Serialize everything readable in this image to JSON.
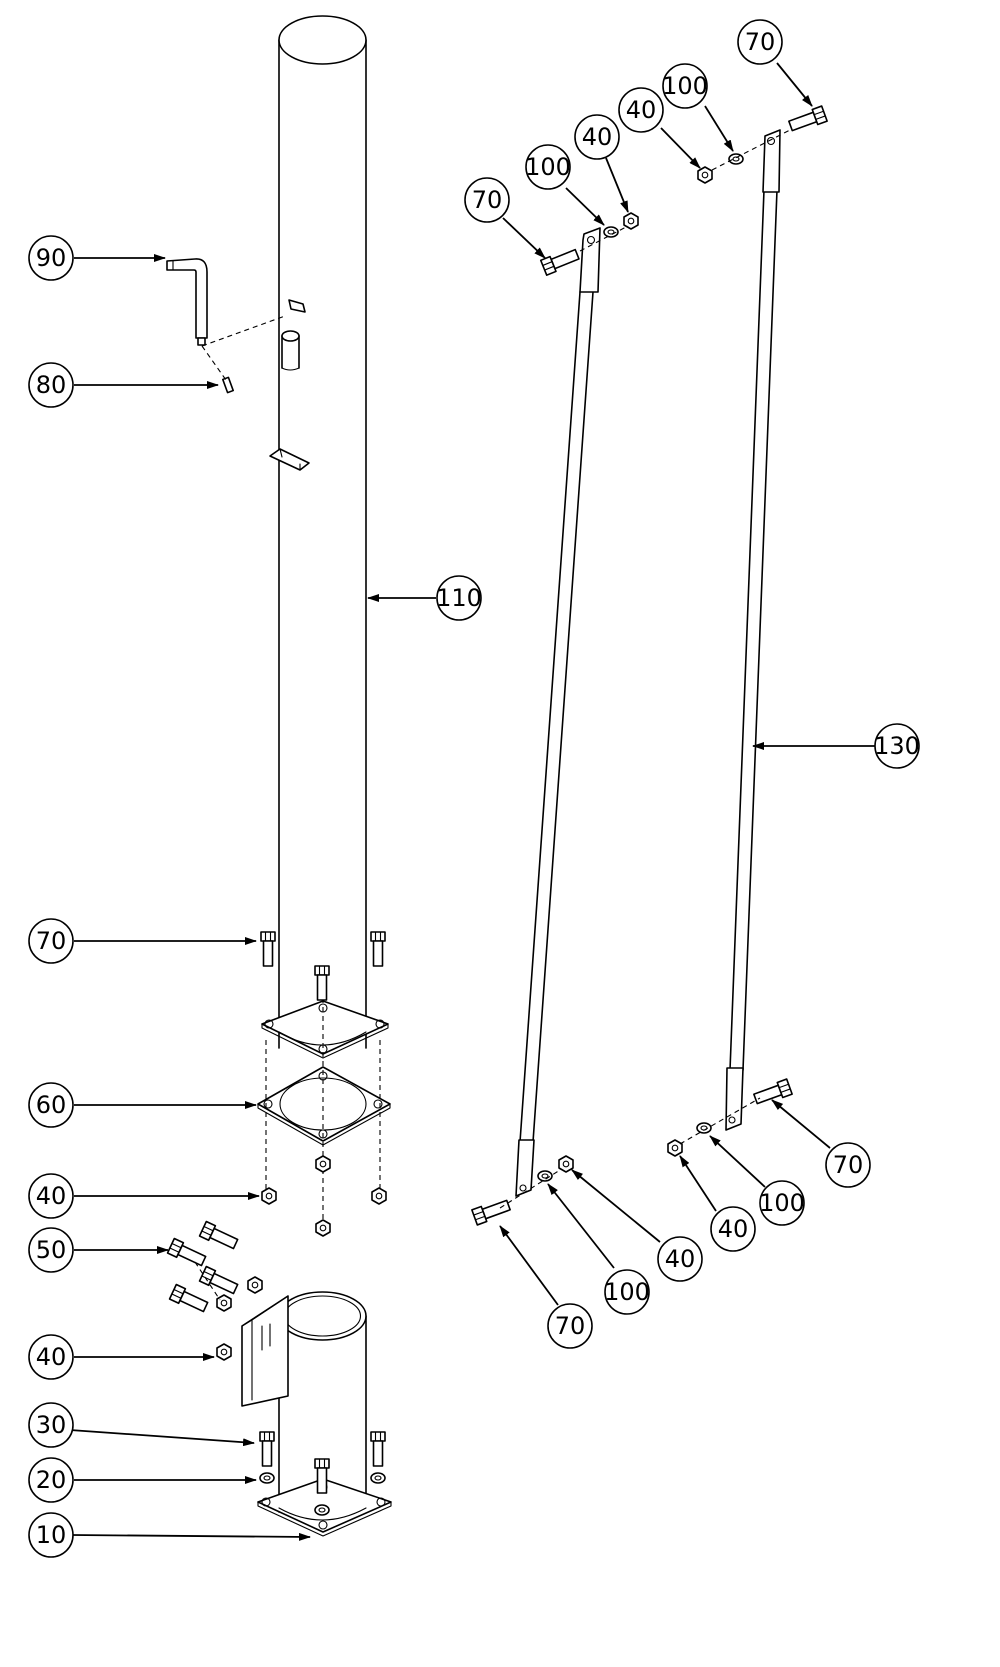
{
  "drawing": {
    "background": "#ffffff",
    "line_color": "#000000",
    "callouts": [
      {
        "label": "90"
      },
      {
        "label": "80"
      },
      {
        "label": "110"
      },
      {
        "label": "70"
      },
      {
        "label": "60"
      },
      {
        "label": "40"
      },
      {
        "label": "50"
      },
      {
        "label": "40"
      },
      {
        "label": "30"
      },
      {
        "label": "20"
      },
      {
        "label": "10"
      },
      {
        "label": "70"
      },
      {
        "label": "100"
      },
      {
        "label": "40"
      },
      {
        "label": "40"
      },
      {
        "label": "100"
      },
      {
        "label": "70"
      },
      {
        "label": "130"
      },
      {
        "label": "70"
      },
      {
        "label": "100"
      },
      {
        "label": "40"
      },
      {
        "label": "40"
      },
      {
        "label": "100"
      },
      {
        "label": "70"
      }
    ]
  }
}
